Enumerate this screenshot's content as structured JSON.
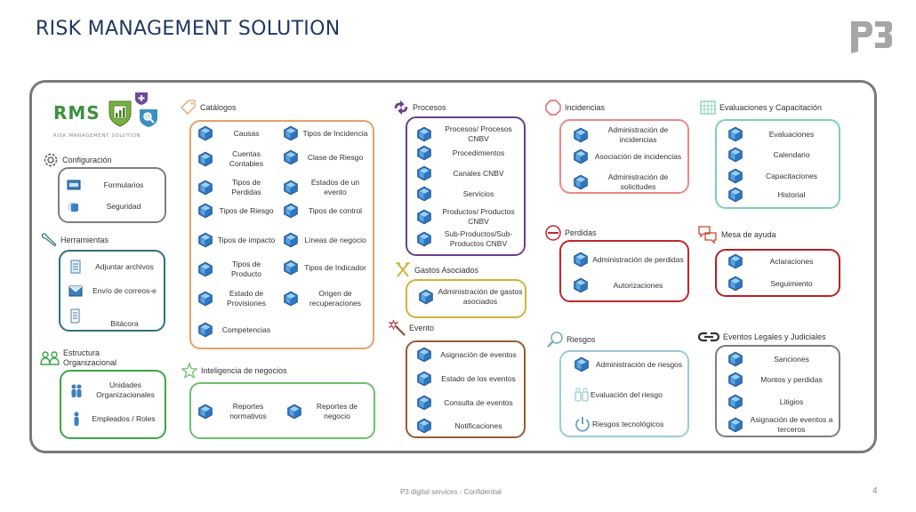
{
  "header": {
    "title": "RISK MANAGEMENT SOLUTION",
    "brand": "P3"
  },
  "logo": {
    "name": "RMS",
    "subtitle": "RISK MANAGEMENT SOLUTION"
  },
  "footer": {
    "text": "P3 digital services - Confidential",
    "page": "4"
  },
  "sections": {
    "configuracion": {
      "title": "Configuración",
      "items": [
        "Formularios",
        "Seguridad"
      ]
    },
    "herramientas": {
      "title": "Herramientas",
      "items": [
        "Adjuntar archivos",
        "Envío de correos-e",
        "Bitácora"
      ]
    },
    "estructura": {
      "title": "Estructura Organizacional",
      "items": [
        "Unidades Organizacionales",
        "Empleados / Roles"
      ]
    },
    "catalogos": {
      "title": "Catálogos",
      "items": [
        "Causas",
        "Tipos de Incidencia",
        "Cuentas Contables",
        "Clase de Riesgo",
        "Tipos de Perdidas",
        "Estados de un evento",
        "Tipos de Riesgo",
        "Tipos de control",
        "Tipos de impacto",
        "Líneas de negocio",
        "Tipos de Producto",
        "Tipos de Indicador",
        "Estado de Provisiones",
        "Origen de recuperaciones",
        "Competencias"
      ]
    },
    "inteligencia": {
      "title": "Inteligencia de negocios",
      "items": [
        "Reportes normativos",
        "Reportes de negocio"
      ]
    },
    "procesos": {
      "title": "Procesos",
      "items": [
        "Procesos/ Procesos CNBV",
        "Procedimientos",
        "Canales CNBV",
        "Servicios",
        "Productos/ Productos CNBV",
        "Sub-Productos/Sub-Productos CNBV"
      ]
    },
    "gastos": {
      "title": "Gastos Asociados",
      "items": [
        "Administración de gastos asociados"
      ]
    },
    "evento": {
      "title": "Evento",
      "items": [
        "Asignación de eventos",
        "Estado de los eventos",
        "Consulta de eventos",
        "Notificaciones"
      ]
    },
    "incidencias": {
      "title": "Incidencias",
      "items": [
        "Administración de incidencias",
        "Asociación de incidencias",
        "Administración de solicitudes"
      ]
    },
    "perdidas": {
      "title": "Perdidas",
      "items": [
        "Administración de perdidas",
        "Autorizaciones"
      ]
    },
    "riesgos": {
      "title": "Riesgos",
      "items": [
        "Administración de riesgos",
        "Evaluación del riesgo",
        "Riesgos tecnológicos"
      ]
    },
    "evaluaciones": {
      "title": "Evaluaciones y Capacitación",
      "items": [
        "Evaluaciones",
        "Calendario",
        "Capacitaciones",
        "Historial"
      ]
    },
    "mesa": {
      "title": "Mesa de ayuda",
      "items": [
        "Aclaraciones",
        "Seguimiento"
      ]
    },
    "legales": {
      "title": "Eventos Legales y Judiciales",
      "items": [
        "Sanciones",
        "Montos y perdidas",
        "Litigios",
        "Asignación de eventos a terceros"
      ]
    }
  },
  "colors": {
    "configuracion": "#7f7f7f",
    "herramientas": "#31707f",
    "estructura": "#3aa64a",
    "catalogos": "#e8a06b",
    "inteligencia": "#6cc06c",
    "procesos": "#6a3f8f",
    "gastos": "#d4b23a",
    "evento": "#9a5a35",
    "incidencias": "#e88a8a",
    "perdidas": "#c0282e",
    "riesgos": "#9ccbd6",
    "evaluaciones": "#7fd0b8",
    "mesa": "#b52025",
    "legales": "#7f7f7f",
    "title": "#1f3864"
  }
}
